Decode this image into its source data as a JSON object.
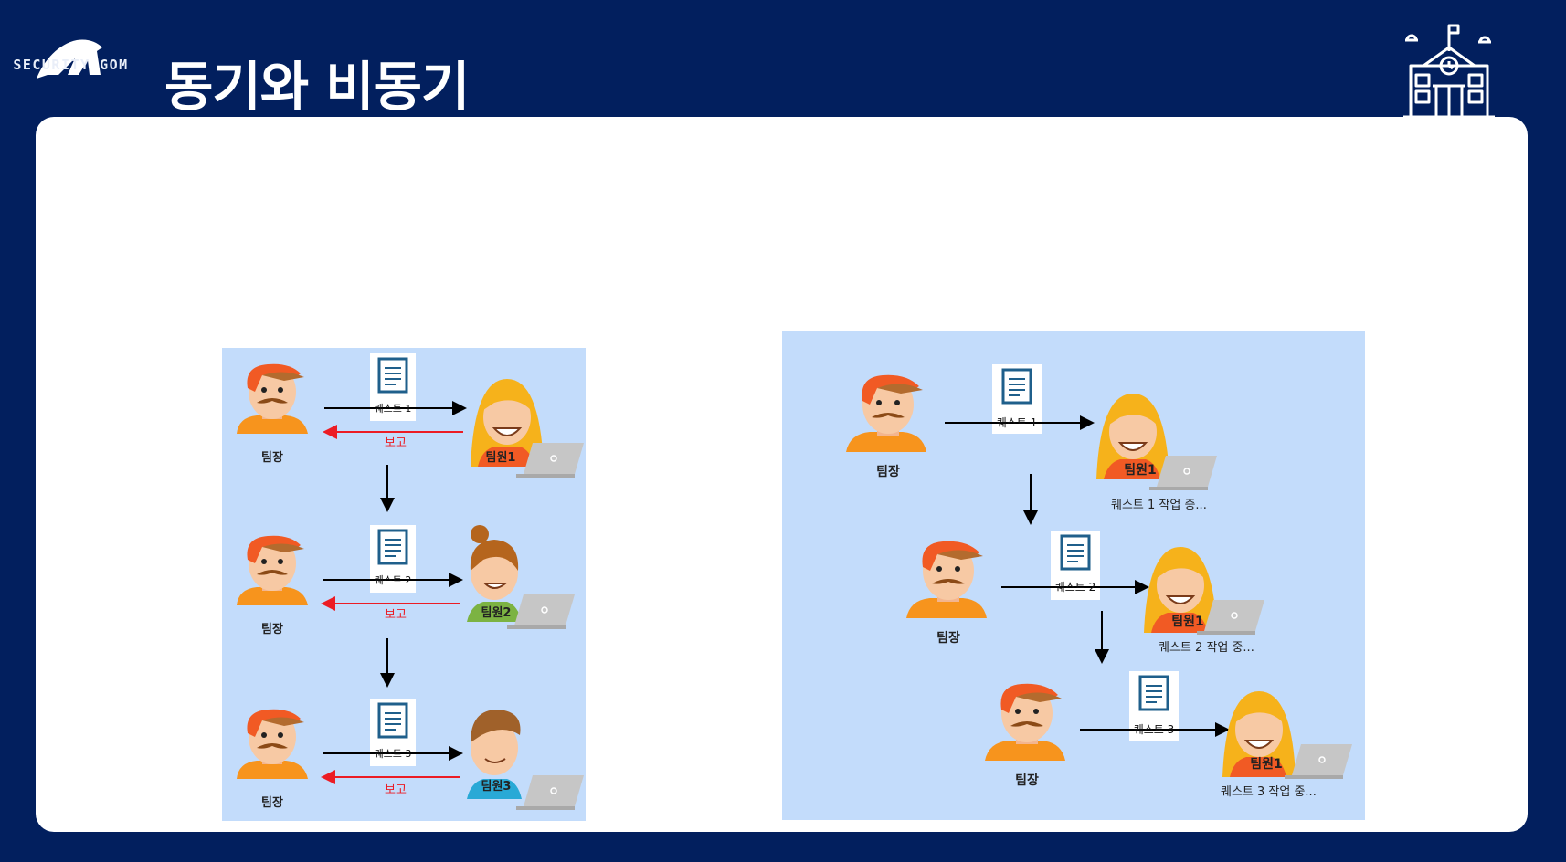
{
  "header": {
    "logo_text": "SECURITY GOM",
    "title": "동기와 비동기"
  },
  "sync_diagram": {
    "leader_label": "팀장",
    "report_label": "보고",
    "steps": [
      {
        "quest": "퀘스트 1",
        "member": "팀원1"
      },
      {
        "quest": "퀘스트 2",
        "member": "팀원2"
      },
      {
        "quest": "퀘스트 3",
        "member": "팀원3"
      }
    ]
  },
  "async_diagram": {
    "leader_label": "팀장",
    "steps": [
      {
        "quest": "퀘스트 1",
        "member": "팀원1",
        "status": "퀘스트 1 작업 중..."
      },
      {
        "quest": "퀘스트 2",
        "member": "팀원1",
        "status": "퀘스트 2 작업 중..."
      },
      {
        "quest": "퀘스트 3",
        "member": "팀원1",
        "status": "퀘스트 3 작업 중..."
      }
    ]
  },
  "colors": {
    "background": "#021f5e",
    "panel": "#c3dcfb",
    "orange": "#f7941d",
    "report_arrow": "#ec1c24"
  }
}
